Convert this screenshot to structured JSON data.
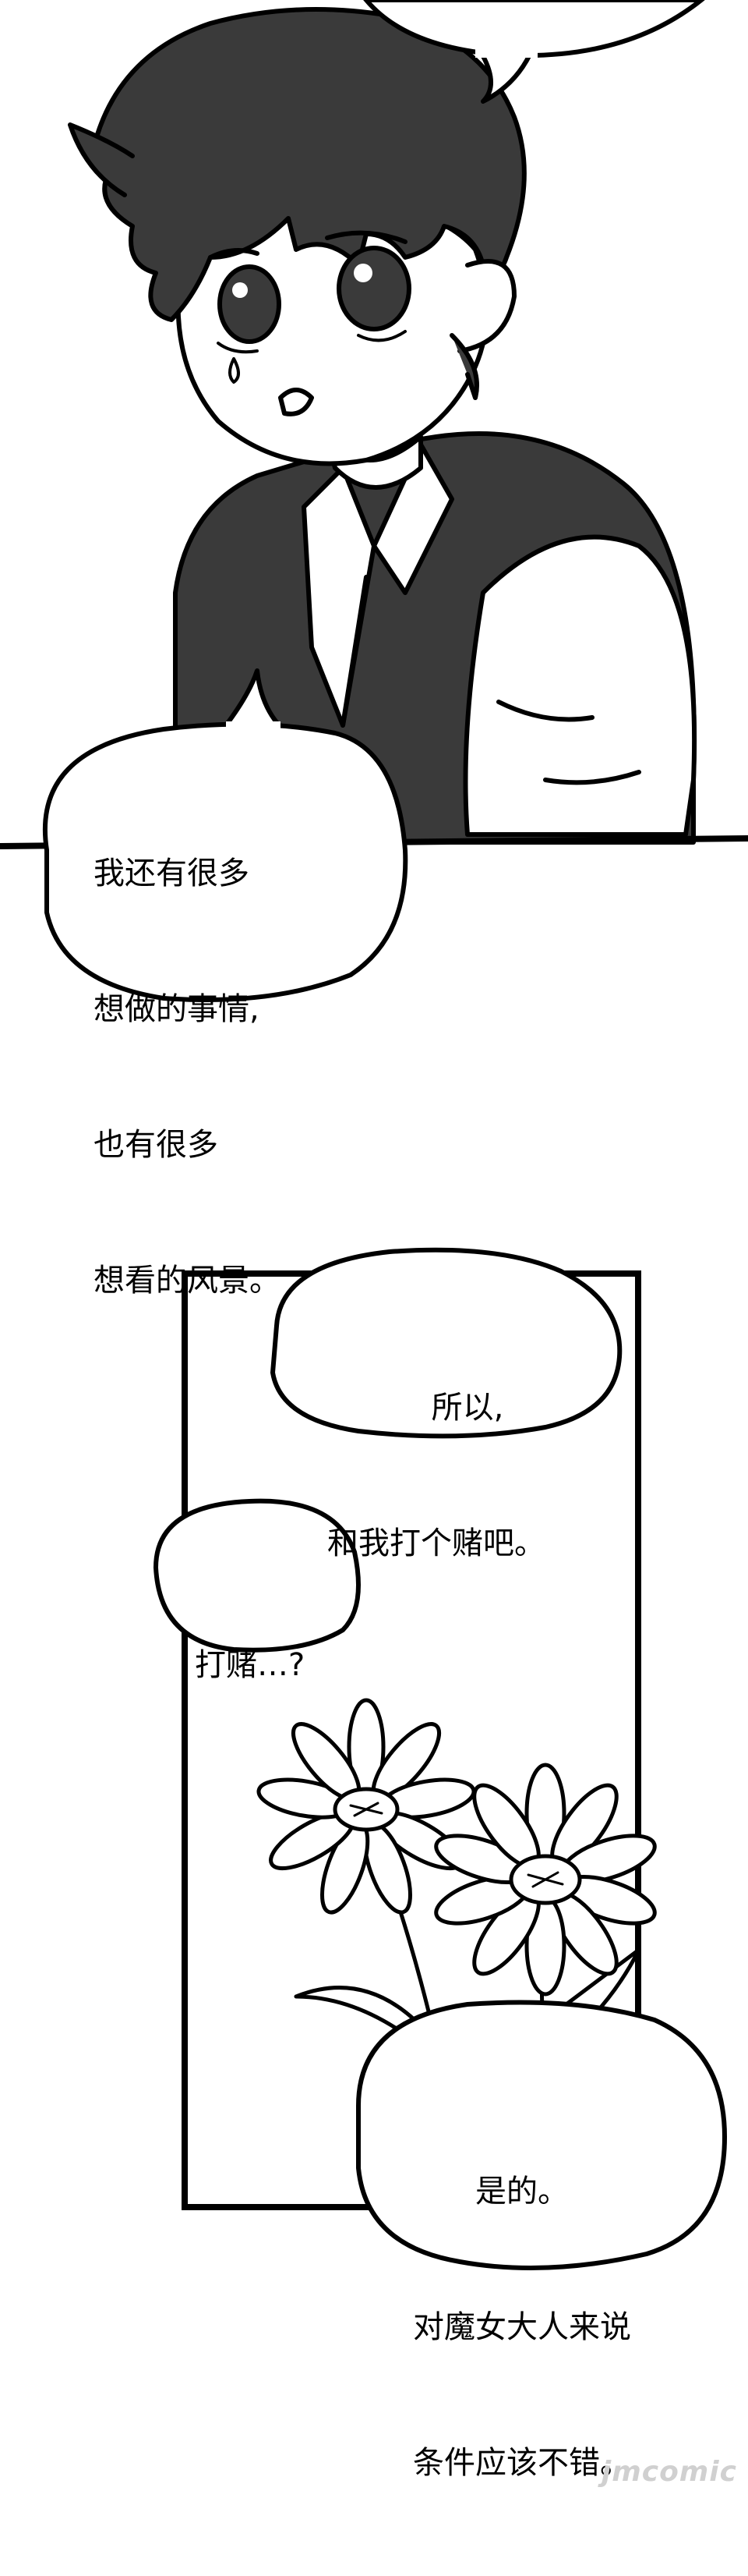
{
  "panels": [
    {
      "bubbles": [
        {
          "lines": [
            "我还有很多",
            "想做的事情,",
            "也有很多",
            "想看的风景。"
          ]
        }
      ]
    },
    {
      "bubbles": [
        {
          "lines": [
            "所以,",
            "和我打个赌吧。"
          ]
        },
        {
          "lines": [
            "打赌…?"
          ]
        },
        {
          "lines": [
            "是的。",
            "对魔女大人来说",
            "条件应该不错。"
          ]
        }
      ]
    }
  ],
  "watermark": "jmcomic",
  "colors": {
    "ink": "#000000",
    "dark_fill": "#3a3a3a",
    "paper": "#ffffff"
  }
}
